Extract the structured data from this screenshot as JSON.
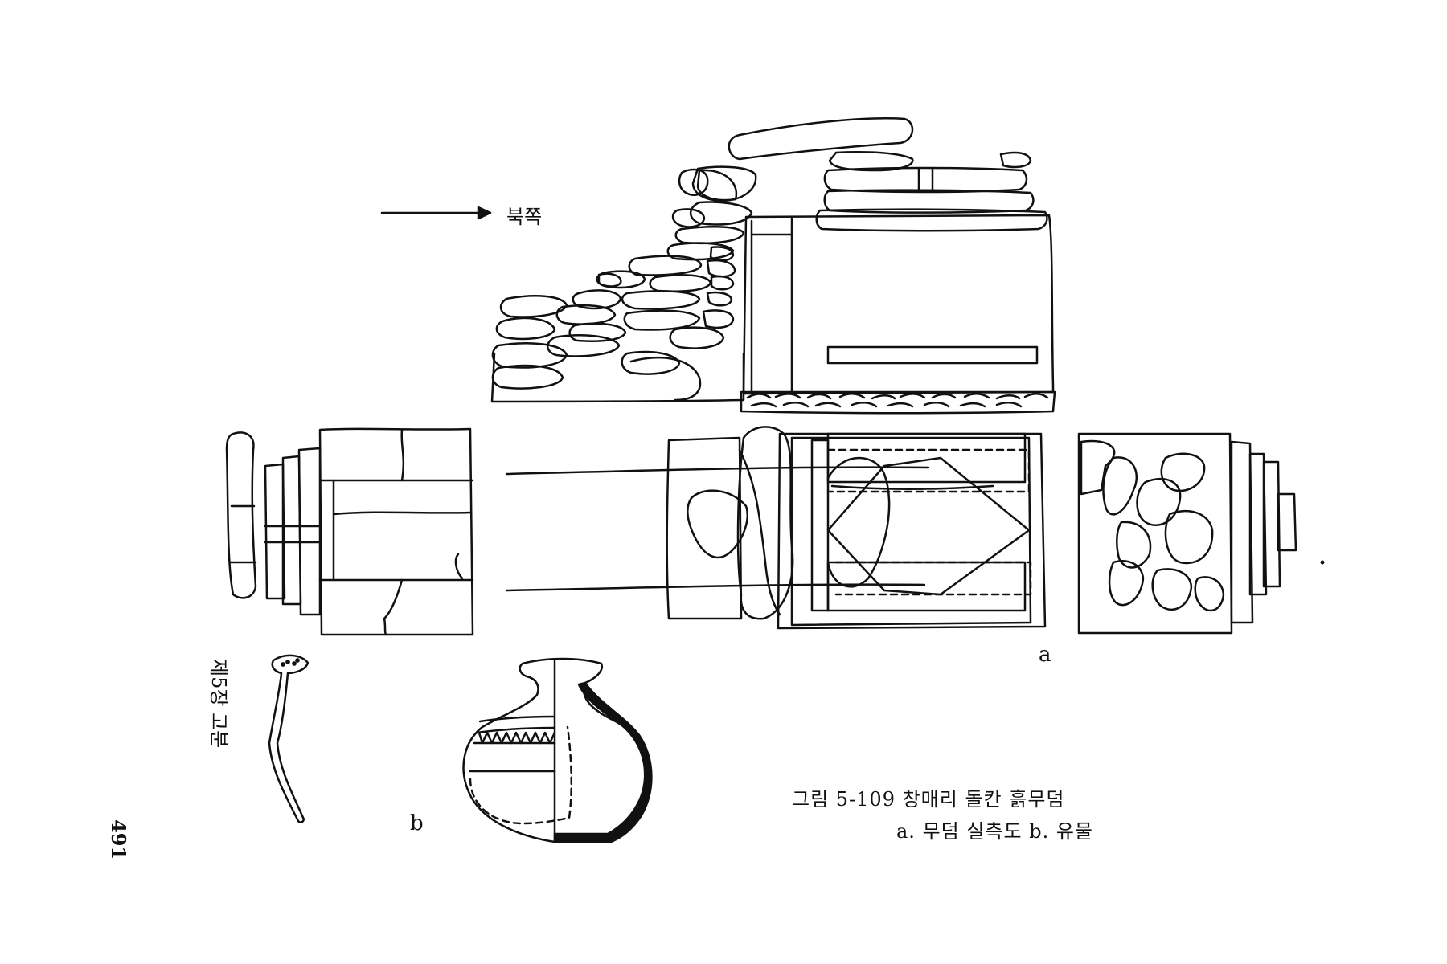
{
  "figure": {
    "north_label": "북쪽",
    "label_a": "a",
    "label_b": "b",
    "caption_title": "그림 5-109  창매리 돌칸 흙무덤",
    "caption_sub": "a. 무덤 실측도  b. 유물"
  },
  "running_head": {
    "chapter": "제5장  고분",
    "page_number": "491"
  },
  "icons": {
    "north_arrow": "arrow-right-icon"
  },
  "colors": {
    "ink": "#111111",
    "paper": "#ffffff"
  }
}
